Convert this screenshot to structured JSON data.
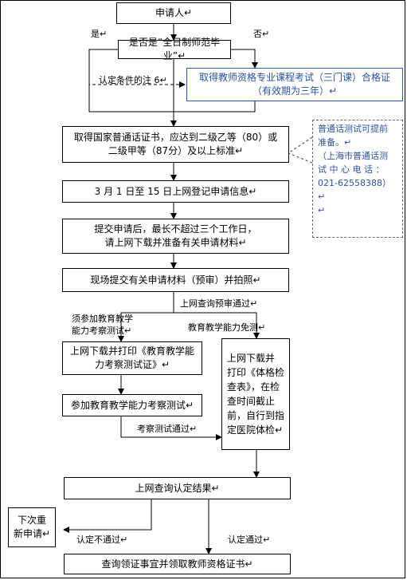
{
  "nodes": {
    "applicant": "申请人↵",
    "graduate_question": "是否是“全日制师范毕业”↵",
    "cert_line1": "取得教师资格专业课程考试（三门课）合格证",
    "cert_line2": "（有效期为三年）↵",
    "mandarin_line1": "取得国家普通话证书，应达到二级乙等（80）或",
    "mandarin_line2": "二级甲等（87分）及以上标准↵",
    "register": "3 月 1 日至 15 日上网登记申请信息↵",
    "submit_line1": "提交申请后，最长不超过三个工作日，",
    "submit_line2": "请上网下载并准备有关申请材料↵",
    "onsite": "现场提交有关申请材料（预审）并拍照↵",
    "print_test_line1": "上网下载并打印《教育教学能",
    "print_test_line2": "力考察测试证》↵",
    "attend_test": "参加教育教学能力考察测试↵",
    "health_line1": "上网下载并",
    "health_line2": "打印《体格检",
    "health_line3": "查表》，在检",
    "health_line4": "查时间截止",
    "health_line5": "前，自行到指",
    "health_line6": "定医院体检↵",
    "query_result": "上网查询认定结果↵",
    "reapply_line1": "下次重",
    "reapply_line2": "新申请↵",
    "collect": "查询领证事宜并领取教师资格证书↵"
  },
  "labels": {
    "yes": "是↵",
    "no": "否↵",
    "note6": "认定条件的注 6↵",
    "precheck_pass": "上网查询预审通过↵",
    "need_test_line1": "须参加教育教学",
    "need_test_line2": "能力考察测试↵",
    "exempt": "教育教学能力免测↵",
    "test_pass": "考察测试通过↵",
    "not_pass": "认定不通过↵",
    "pass": "认定通过↵"
  },
  "callout": {
    "line1": "普通话测试可提前",
    "line2": "准备。↵",
    "line3": "（上海市普通话测",
    "line4": "试 中 心 电 话 ：",
    "line5": "021-62558388）↵",
    "line6": "↵"
  }
}
